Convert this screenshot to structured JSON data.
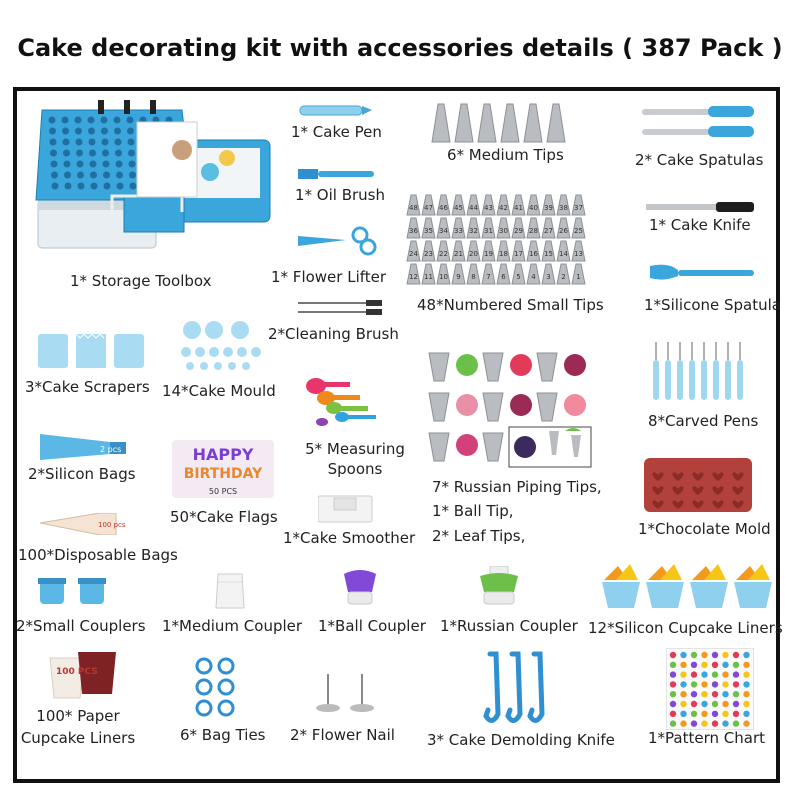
{
  "title": "Cake decorating kit with accessories details ( 387 Pack )",
  "labels": {
    "storage_toolbox": "1* Storage Toolbox",
    "cake_pen": "1* Cake Pen",
    "oil_brush": "1* Oil Brush",
    "flower_lifter": "1* Flower Lifter",
    "cleaning_brush": "2*Cleaning Brush",
    "medium_tips": "6* Medium Tips",
    "numbered_small_tips": "48*Numbered Small Tips",
    "cake_spatulas": "2* Cake Spatulas",
    "cake_knife": "1* Cake Knife",
    "silicone_spatula": "1*Silicone Spatula",
    "cake_scrapers": "3*Cake Scrapers",
    "cake_mould": "14*Cake Mould",
    "measuring_spoons_1": "5* Measuring",
    "measuring_spoons_2": "Spoons",
    "silicon_bags": "2*Silicon Bags",
    "cake_flags": "50*Cake Flags",
    "cake_smoother": "1*Cake Smoother",
    "disposable_bags": "100*Disposable Bags",
    "russian_tips": "7* Russian Piping Tips,",
    "ball_tip": "1* Ball Tip,",
    "leaf_tips": "2* Leaf Tips,",
    "carved_pens": "8*Carved Pens",
    "chocolate_mold": "1*Chocolate Mold",
    "small_couplers": "2*Small Couplers",
    "medium_coupler": "1*Medium Coupler",
    "ball_coupler": "1*Ball Coupler",
    "russian_coupler": "1*Russian Coupler",
    "silicon_cupcake_liners": "12*Silicon Cupcake Liners",
    "paper_liners_1": "100* Paper",
    "paper_liners_2": "Cupcake Liners",
    "bag_ties": "6* Bag Ties",
    "flower_nail": "2* Flower Nail",
    "demolding_knife": "3* Cake Demolding Knife",
    "pattern_chart": "1*Pattern Chart"
  },
  "image_text": {
    "happy": "HAPPY",
    "birthday": "BIRTHDAY",
    "flag_count": "50 PCS",
    "bag_count": "100 pcs",
    "liner_count": "100 PCS",
    "silicon_bag_mark": "2 pcs",
    "numbered_tips_row1": [
      "48",
      "47",
      "46",
      "45",
      "44",
      "43",
      "42",
      "41",
      "40",
      "39",
      "38",
      "37"
    ],
    "numbered_tips_row2": [
      "36",
      "35",
      "34",
      "33",
      "32",
      "31",
      "30",
      "29",
      "28",
      "27",
      "26",
      "25"
    ],
    "numbered_tips_row3": [
      "24",
      "23",
      "22",
      "21",
      "20",
      "19",
      "18",
      "17",
      "16",
      "15",
      "14",
      "13"
    ],
    "numbered_tips_row4": [
      "12",
      "11",
      "10",
      "9",
      "8",
      "7",
      "6",
      "5",
      "4",
      "3",
      "2",
      "1"
    ]
  },
  "colors": {
    "accent_blue": "#3aa6dc",
    "steel": "#b9bcc0",
    "chocolate": "#b1413a",
    "purple": "#7a3fd1",
    "green": "#6cc04a",
    "orange": "#f39a1e",
    "yellow": "#f5c518"
  }
}
